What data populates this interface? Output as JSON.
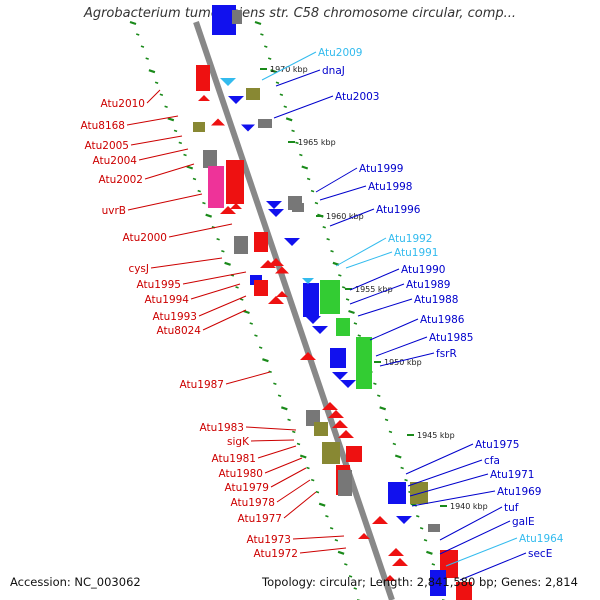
{
  "title": "Agrobacterium tumefaciens str. C58 chromosome circular, comp...",
  "footer": {
    "accession": "Accession: NC_003062",
    "topology": "Topology: circular; Length: 2,841,580 bp; Genes: 2,814"
  },
  "colors": {
    "backbone": "#888888",
    "tick": "#1a8a1a",
    "label_red": "#cc0000",
    "label_blue": "#0000cc",
    "label_cyan": "#33bbee",
    "gene_red": "#ee1111",
    "gene_blue": "#1111ee",
    "gene_green": "#33cc33",
    "gene_pink": "#ee3399",
    "gene_olive": "#888833",
    "gene_gray": "#777777"
  },
  "kbp_marks": [
    "1970 kbp",
    "1965 kbp",
    "1960 kbp",
    "1955 kbp",
    "1950 kbp",
    "1945 kbp",
    "1940 kbp"
  ],
  "left_labels": [
    {
      "text": "Atu2010",
      "color": "red"
    },
    {
      "text": "Atu8168",
      "color": "red"
    },
    {
      "text": "Atu2005",
      "color": "red"
    },
    {
      "text": "Atu2004",
      "color": "red"
    },
    {
      "text": "Atu2002",
      "color": "red"
    },
    {
      "text": "uvrB",
      "color": "red"
    },
    {
      "text": "Atu2000",
      "color": "red"
    },
    {
      "text": "cysJ",
      "color": "red"
    },
    {
      "text": "Atu1995",
      "color": "red"
    },
    {
      "text": "Atu1994",
      "color": "red"
    },
    {
      "text": "Atu1993",
      "color": "red"
    },
    {
      "text": "Atu8024",
      "color": "red"
    },
    {
      "text": "Atu1987",
      "color": "red"
    },
    {
      "text": "Atu1983",
      "color": "red"
    },
    {
      "text": "sigK",
      "color": "red"
    },
    {
      "text": "Atu1981",
      "color": "red"
    },
    {
      "text": "Atu1980",
      "color": "red"
    },
    {
      "text": "Atu1979",
      "color": "red"
    },
    {
      "text": "Atu1978",
      "color": "red"
    },
    {
      "text": "Atu1977",
      "color": "red"
    },
    {
      "text": "Atu1973",
      "color": "red"
    },
    {
      "text": "Atu1972",
      "color": "red"
    }
  ],
  "right_labels": [
    {
      "text": "Atu2009",
      "color": "cyan"
    },
    {
      "text": "dnaJ",
      "color": "blue"
    },
    {
      "text": "Atu2003",
      "color": "blue"
    },
    {
      "text": "Atu1999",
      "color": "blue"
    },
    {
      "text": "Atu1998",
      "color": "blue"
    },
    {
      "text": "Atu1996",
      "color": "blue"
    },
    {
      "text": "Atu1992",
      "color": "cyan"
    },
    {
      "text": "Atu1991",
      "color": "cyan"
    },
    {
      "text": "Atu1990",
      "color": "blue"
    },
    {
      "text": "Atu1989",
      "color": "blue"
    },
    {
      "text": "Atu1988",
      "color": "blue"
    },
    {
      "text": "Atu1986",
      "color": "blue"
    },
    {
      "text": "Atu1985",
      "color": "blue"
    },
    {
      "text": "fsrR",
      "color": "blue"
    },
    {
      "text": "Atu1975",
      "color": "blue"
    },
    {
      "text": "cfa",
      "color": "blue"
    },
    {
      "text": "Atu1971",
      "color": "blue"
    },
    {
      "text": "Atu1969",
      "color": "blue"
    },
    {
      "text": "tuf",
      "color": "blue"
    },
    {
      "text": "galE",
      "color": "blue"
    },
    {
      "text": "Atu1964",
      "color": "cyan"
    },
    {
      "text": "secE",
      "color": "blue"
    }
  ]
}
